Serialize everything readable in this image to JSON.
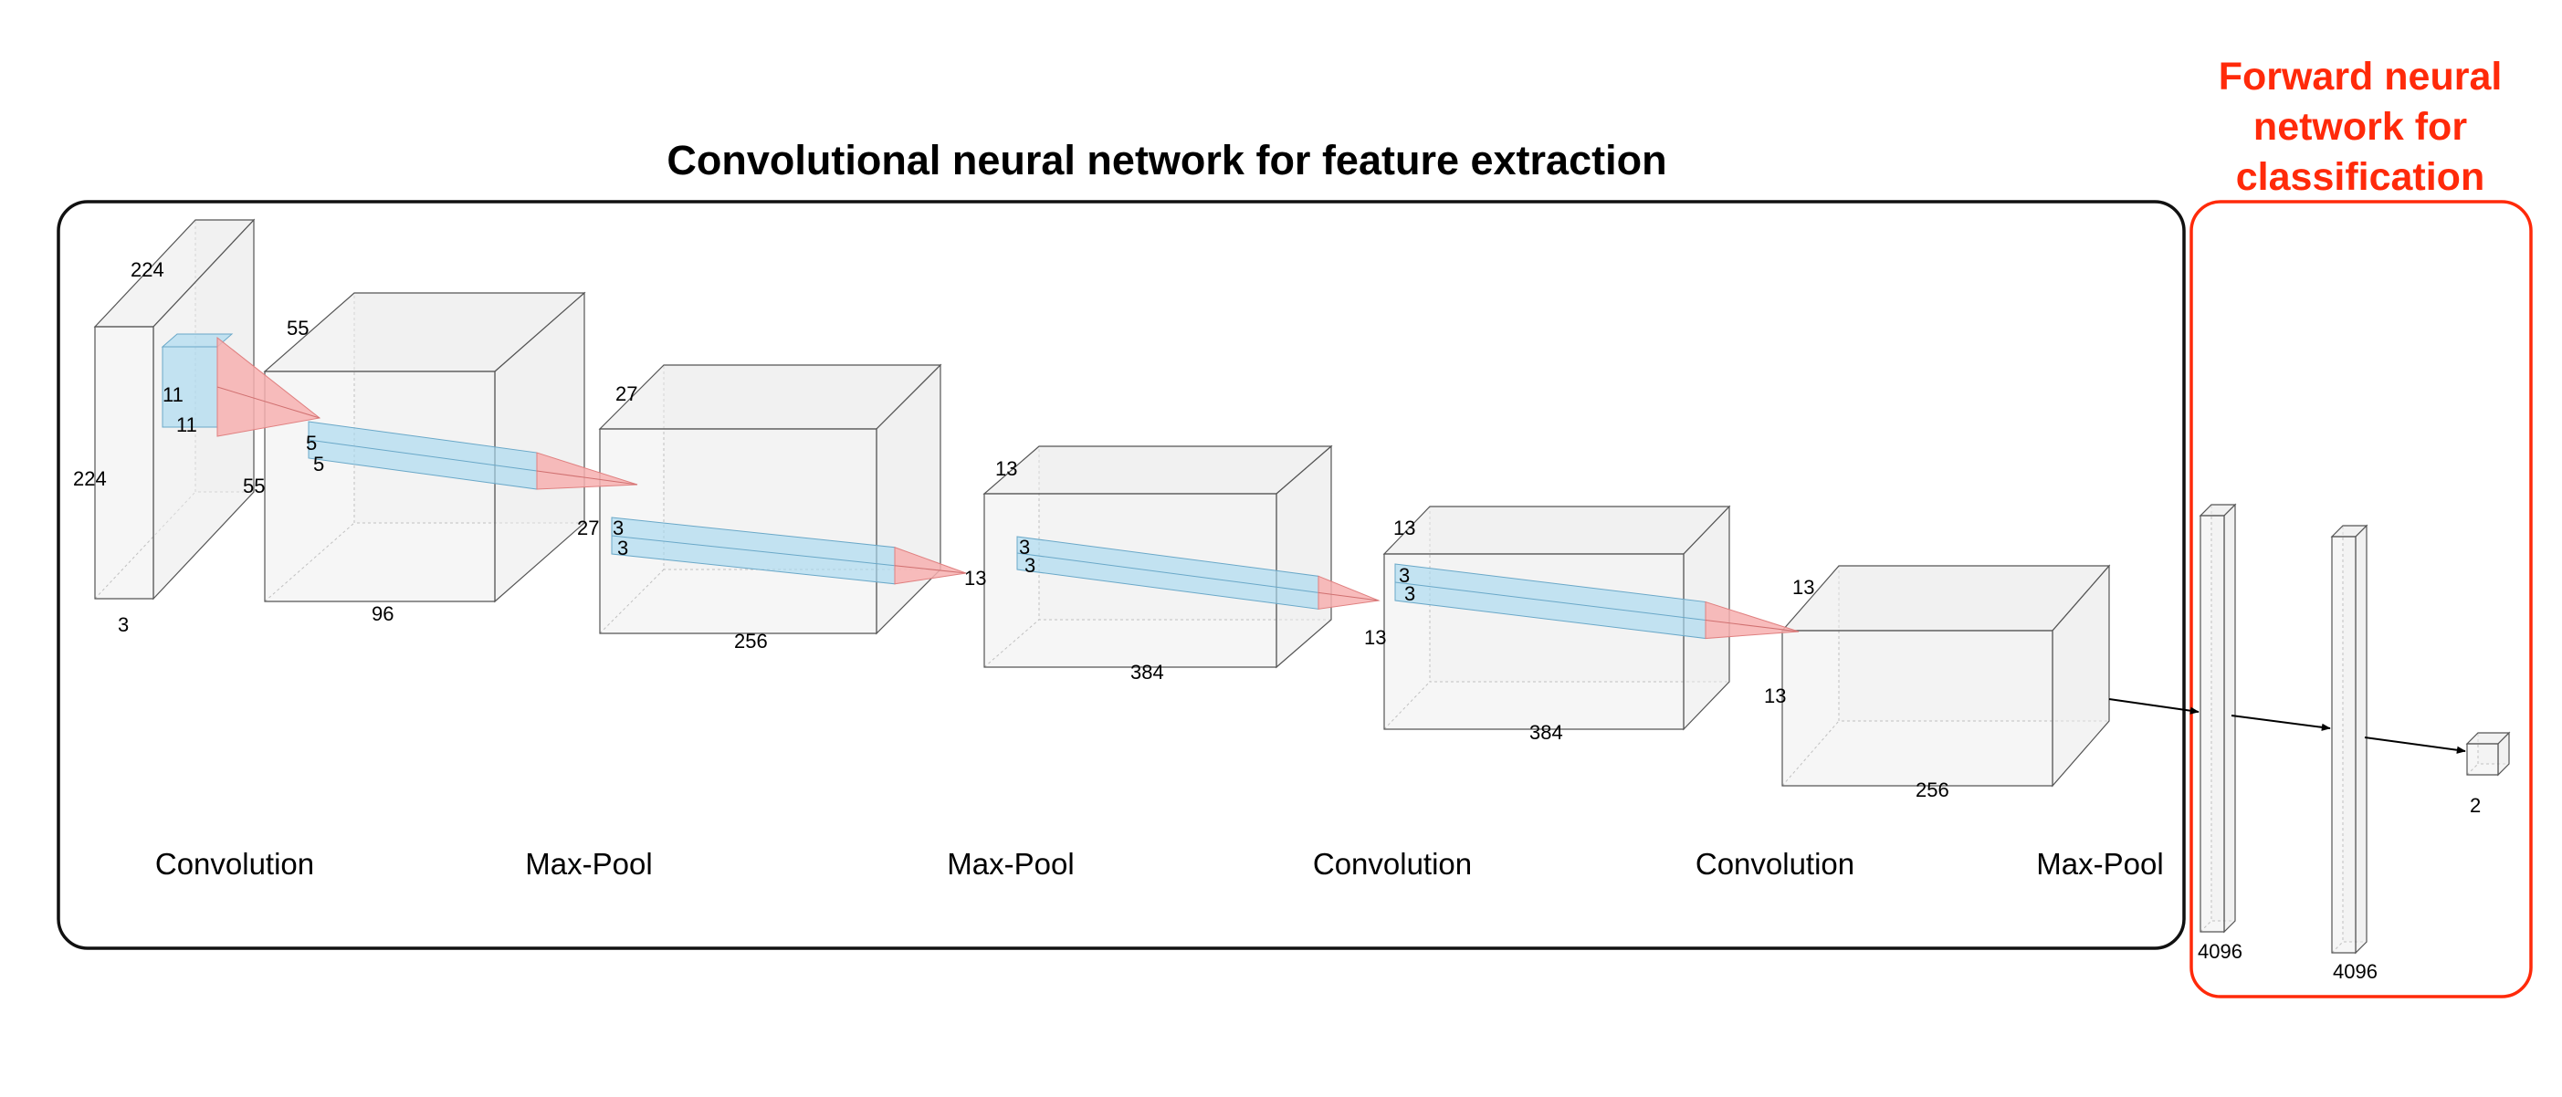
{
  "title": "Convolutional neural network for feature extraction",
  "fnn_title_lines": [
    "Forward neural",
    "network for",
    "classification"
  ],
  "colors": {
    "cnn_frame": "#111111",
    "fnn_frame": "#ff2a0a",
    "block_fill": "#efefef",
    "block_edge": "#555555",
    "kernel_blue": "#a8d8f0",
    "kernel_red": "#f7b0b0"
  },
  "layers": [
    {
      "id": "input",
      "depth": "3",
      "height": "224",
      "width": "224",
      "kernel": [
        "11",
        "11"
      ]
    },
    {
      "id": "conv1",
      "depth": "96",
      "height": "55",
      "width": "55",
      "kernel": [
        "5",
        "5"
      ]
    },
    {
      "id": "pool1",
      "depth": "256",
      "height": "27",
      "width": "27",
      "kernel": [
        "3",
        "3"
      ]
    },
    {
      "id": "pool2",
      "depth": "384",
      "height": "13",
      "width": "13",
      "kernel": [
        "3",
        "3"
      ]
    },
    {
      "id": "conv3",
      "depth": "384",
      "height": "13",
      "width": "13",
      "kernel": [
        "3",
        "3"
      ]
    },
    {
      "id": "conv4",
      "depth": "256",
      "height": "13",
      "width": "13"
    }
  ],
  "fc_layers": [
    {
      "id": "fc1",
      "size": "4096"
    },
    {
      "id": "fc2",
      "size": "4096"
    },
    {
      "id": "output",
      "size": "2"
    }
  ],
  "operations": [
    "Convolution",
    "Max-Pool",
    "Max-Pool",
    "Convolution",
    "Convolution",
    "Max-Pool"
  ]
}
